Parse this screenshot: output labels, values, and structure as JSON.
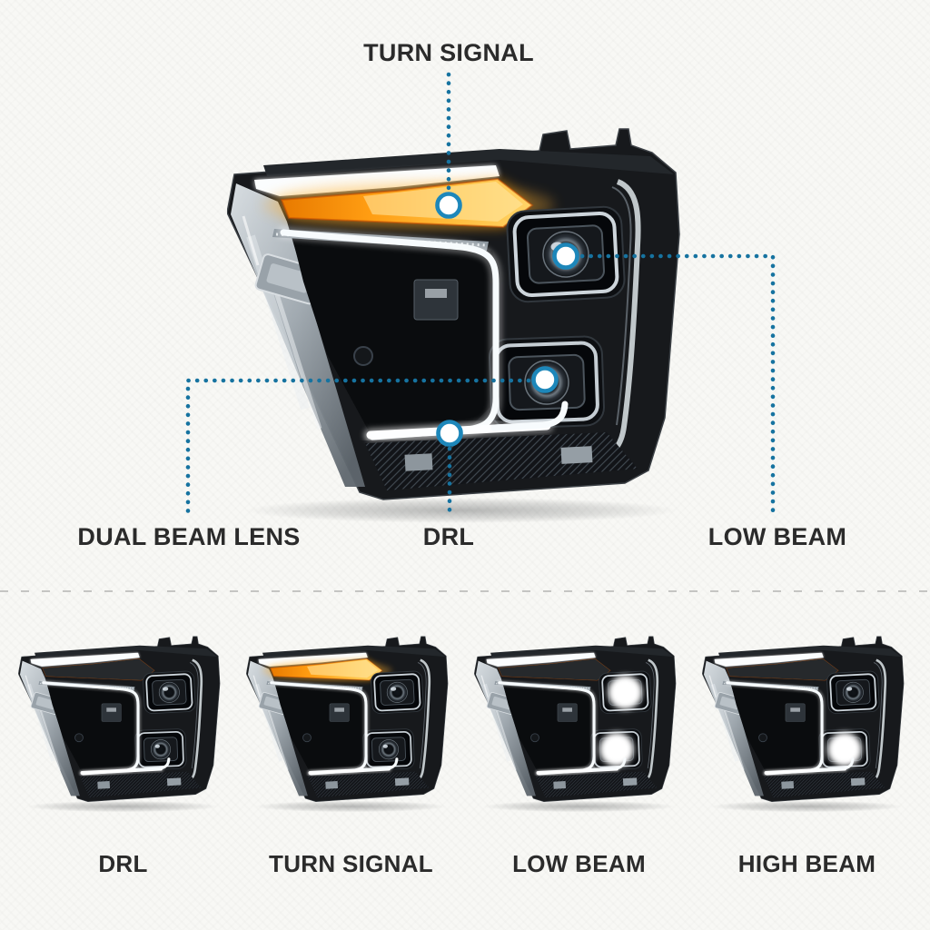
{
  "colors": {
    "accent_blue": "#1673a0",
    "marker_ring_blue": "#1d87ba",
    "amber": "#ffa51e",
    "label_text": "#2b2b2b",
    "divider_gray": "#c5c5c3"
  },
  "hero": {
    "annotations": {
      "turn_signal": "TURN SIGNAL",
      "dual_beam_lens": "DUAL BEAM LENS",
      "drl": "DRL",
      "low_beam": "LOW BEAM"
    }
  },
  "modes": {
    "items": [
      {
        "label": "DRL",
        "state": "drl"
      },
      {
        "label": "TURN SIGNAL",
        "state": "turn-signal"
      },
      {
        "label": "LOW BEAM",
        "state": "low-beam"
      },
      {
        "label": "HIGH BEAM",
        "state": "high-beam"
      }
    ]
  }
}
